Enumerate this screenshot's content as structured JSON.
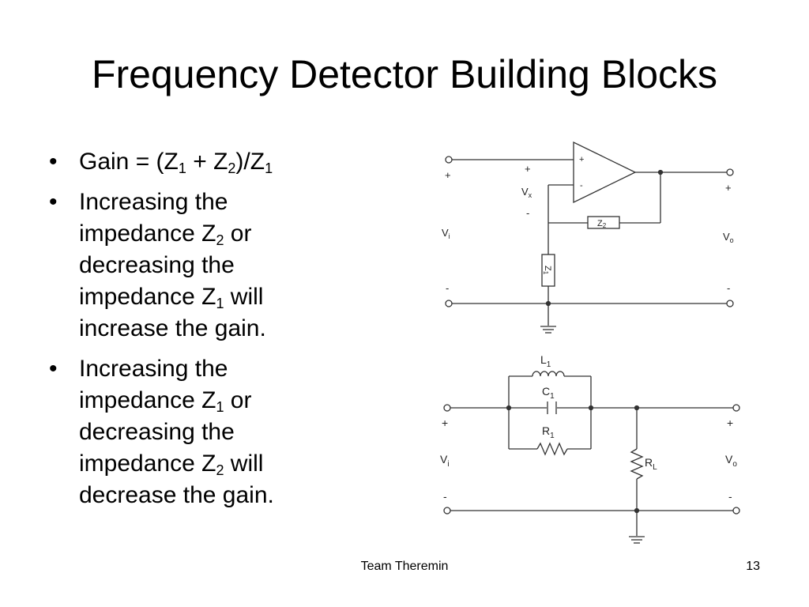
{
  "slide": {
    "title": "Frequency Detector Building Blocks",
    "bullets": [
      {
        "parts": [
          "Gain = (Z",
          "1",
          " + Z",
          "2",
          ")/Z",
          "1",
          ""
        ]
      },
      {
        "parts": [
          "Increasing the impedance Z",
          "2",
          " or decreasing the impedance Z",
          "1",
          " will increase the gain."
        ]
      },
      {
        "parts": [
          "Increasing the impedance Z",
          "1",
          " or decreasing the impedance Z",
          "2",
          " will decrease the gain."
        ]
      }
    ],
    "footer": {
      "text": "Team Theremin",
      "page_number": "13"
    }
  },
  "circuit_opamp": {
    "plus_in": "+",
    "minus_in": "-",
    "plus_mid": "+",
    "minus_mid": "-",
    "plus_out": "+",
    "minus_out": "-",
    "opamp_plus": "+",
    "opamp_minus": "-",
    "vx": "V",
    "vx_sub": "x",
    "vi": "V",
    "vi_sub": "i",
    "vo": "V",
    "vo_sub": "o",
    "z2": "Z",
    "z2_sub": "2",
    "z1": "Z",
    "z1_sub": "1"
  },
  "circuit_filter": {
    "l1": "L",
    "l1_sub": "1",
    "c1": "C",
    "c1_sub": "1",
    "r1": "R",
    "r1_sub": "1",
    "rl": "R",
    "rl_sub": "L",
    "vi": "V",
    "vi_sub": "i",
    "vo": "V",
    "vo_sub": "o",
    "plus_in": "+",
    "minus_in": "-",
    "plus_out": "+",
    "minus_out": "-"
  }
}
